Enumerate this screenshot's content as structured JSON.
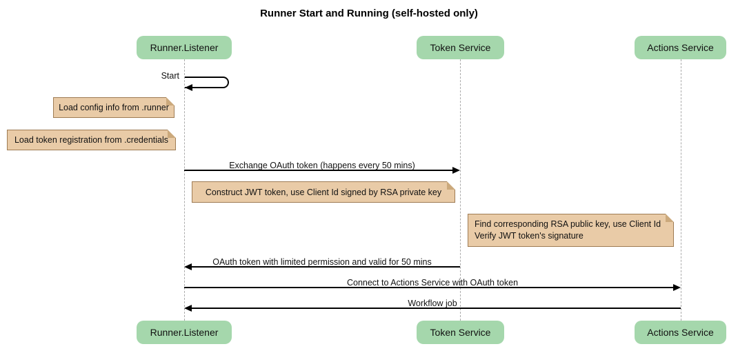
{
  "title": "Runner Start and Running (self-hosted only)",
  "participants": [
    {
      "name": "Runner.Listener"
    },
    {
      "name": "Token Service"
    },
    {
      "name": "Actions Service"
    }
  ],
  "messages": [
    {
      "label": "Start",
      "type": "self",
      "from": "Runner.Listener",
      "to": "Runner.Listener"
    },
    {
      "label": "Exchange OAuth token (happens every 50 mins)",
      "from": "Runner.Listener",
      "to": "Token Service"
    },
    {
      "label": "OAuth token with limited permission and valid for 50 mins",
      "from": "Token Service",
      "to": "Runner.Listener"
    },
    {
      "label": "Connect to Actions Service with OAuth token",
      "from": "Runner.Listener",
      "to": "Actions Service"
    },
    {
      "label": "Workflow job",
      "from": "Actions Service",
      "to": "Runner.Listener"
    }
  ],
  "notes": [
    {
      "text": "Load config info from .runner"
    },
    {
      "text": "Load token registration from .credentials"
    },
    {
      "text": "Construct JWT token, use Client Id signed by RSA private key"
    },
    {
      "lines": [
        "Find corresponding RSA public key, use Client Id",
        "Verify JWT token's signature"
      ]
    }
  ],
  "colors": {
    "participant_fill": "#A5D7AC",
    "note_fill": "#E9CBA7",
    "note_border": "#9E7B53",
    "lifeline": "#AAAAAA",
    "arrow": "#000000"
  }
}
